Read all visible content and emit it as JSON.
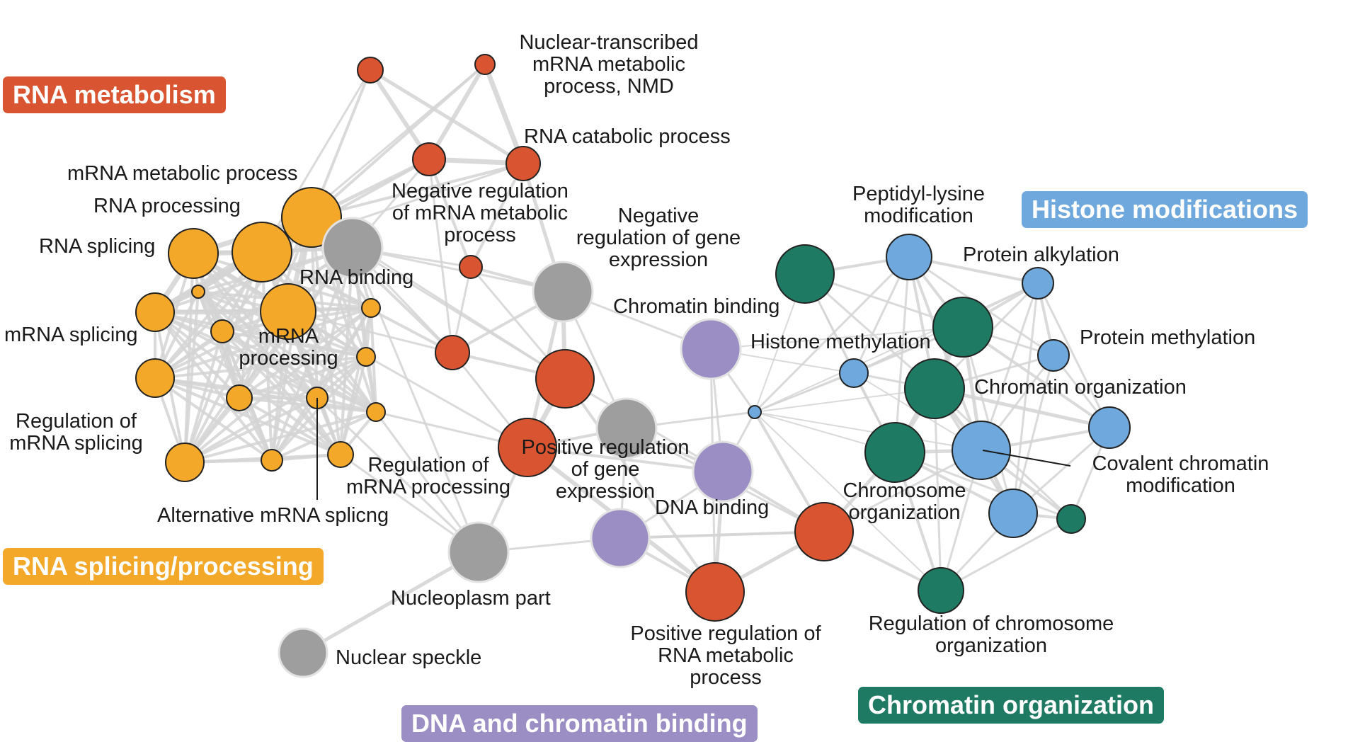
{
  "colors": {
    "rna_metabolism": "#d95531",
    "rna_splicing": "#f3a82a",
    "histone": "#6fa8dc",
    "chromatin": "#1f7a63",
    "dna_binding": "#9b8ec4",
    "other": "#9e9e9e",
    "edge": "#d4d4d4"
  },
  "legend": {
    "rna_metabolism": "RNA metabolism",
    "rna_splicing": "RNA splicing/processing",
    "histone": "Histone modifications",
    "chromatin": "Chromatin organization",
    "dna_binding": "DNA and chromatin binding"
  },
  "labels": {
    "nmd": [
      "Nuclear-transcribed",
      "mRNA metabolic",
      "process, NMD"
    ],
    "rna_catabolic": [
      "RNA catabolic process"
    ],
    "mrna_metabolic": [
      "mRNA metabolic process"
    ],
    "neg_reg_mrna": [
      "Negative regulation",
      "of mRNA metabolic",
      "process"
    ],
    "neg_reg_gene": [
      "Negative",
      "regulation of gene",
      "expression"
    ],
    "rna_processing": [
      "RNA processing"
    ],
    "rna_splicing": [
      "RNA splicing"
    ],
    "rna_binding": [
      "RNA binding"
    ],
    "mrna_splicing": [
      "mRNA splicing"
    ],
    "mrna_processing": [
      "mRNA",
      "processing"
    ],
    "reg_mrna_splicing": [
      "Regulation of",
      "mRNA splicing"
    ],
    "reg_mrna_processing": [
      "Regulation of",
      "mRNA processing"
    ],
    "alt_splicing": [
      "Alternative mRNA splicng"
    ],
    "pos_reg_gene": [
      "Positive regulation",
      "of gene",
      "expression"
    ],
    "dna_binding": [
      "DNA binding"
    ],
    "chromatin_binding": [
      "Chromatin binding"
    ],
    "histone_methylation": [
      "Histone methylation"
    ],
    "peptidyl_lysine": [
      "Peptidyl-lysine",
      "modification"
    ],
    "protein_alkylation": [
      "Protein alkylation"
    ],
    "protein_methylation": [
      "Protein methylation"
    ],
    "chromatin_org": [
      "Chromatin organization"
    ],
    "covalent": [
      "Covalent chromatin",
      "modification"
    ],
    "chromosome_org": [
      "Chromosome",
      "organization"
    ],
    "reg_chromosome_org": [
      "Regulation of chromosome",
      "organization"
    ],
    "pos_reg_rna_metab": [
      "Positive regulation of",
      "RNA metabolic",
      "process"
    ],
    "nucleoplasm": [
      "Nucleoplasm part"
    ],
    "nuclear_speckle": [
      "Nuclear speckle"
    ]
  },
  "nodes": [
    {
      "id": "nmd1",
      "group": "rna_metabolism"
    },
    {
      "id": "nmd2",
      "group": "rna_metabolism"
    },
    {
      "id": "catab1",
      "group": "rna_metabolism"
    },
    {
      "id": "catab2",
      "group": "rna_metabolism"
    },
    {
      "id": "negmrna",
      "group": "rna_metabolism"
    },
    {
      "id": "rmsmall",
      "group": "rna_metabolism"
    },
    {
      "id": "posreg_center",
      "group": "rna_metabolism"
    },
    {
      "id": "posreg_gene",
      "group": "rna_metabolism"
    },
    {
      "id": "posreg_right",
      "group": "rna_metabolism"
    },
    {
      "id": "posreg_rna",
      "group": "rna_metabolism"
    },
    {
      "id": "mrnametab",
      "group": "rna_splicing"
    },
    {
      "id": "rnaproc",
      "group": "rna_splicing"
    },
    {
      "id": "rnasplice",
      "group": "rna_splicing"
    },
    {
      "id": "mrnaproc",
      "group": "rna_splicing"
    },
    {
      "id": "mrnasplice",
      "group": "rna_splicing"
    },
    {
      "id": "os6",
      "group": "rna_splicing"
    },
    {
      "id": "os7",
      "group": "rna_splicing"
    },
    {
      "id": "os8",
      "group": "rna_splicing"
    },
    {
      "id": "os9",
      "group": "rna_splicing"
    },
    {
      "id": "os10",
      "group": "rna_splicing"
    },
    {
      "id": "os11",
      "group": "rna_splicing"
    },
    {
      "id": "os12",
      "group": "rna_splicing"
    },
    {
      "id": "os13",
      "group": "rna_splicing"
    },
    {
      "id": "os14",
      "group": "rna_splicing"
    },
    {
      "id": "os15",
      "group": "rna_splicing"
    },
    {
      "id": "os16",
      "group": "rna_splicing"
    },
    {
      "id": "rnabinding",
      "group": "other"
    },
    {
      "id": "neggene",
      "group": "other"
    },
    {
      "id": "centergray",
      "group": "other"
    },
    {
      "id": "nucleoplasm",
      "group": "other"
    },
    {
      "id": "speckle",
      "group": "other"
    },
    {
      "id": "chrombind",
      "group": "dna_binding"
    },
    {
      "id": "dnabind",
      "group": "dna_binding"
    },
    {
      "id": "dnabind2",
      "group": "dna_binding"
    },
    {
      "id": "hub",
      "group": "histone"
    },
    {
      "id": "peptidyl",
      "group": "histone"
    },
    {
      "id": "alkyl",
      "group": "histone"
    },
    {
      "id": "methyl",
      "group": "histone"
    },
    {
      "id": "histmeth",
      "group": "histone"
    },
    {
      "id": "chromright",
      "group": "histone"
    },
    {
      "id": "covalent",
      "group": "histone"
    },
    {
      "id": "bluebottom",
      "group": "histone"
    },
    {
      "id": "ch1",
      "group": "chromatin"
    },
    {
      "id": "ch2",
      "group": "chromatin"
    },
    {
      "id": "chromorg",
      "group": "chromatin"
    },
    {
      "id": "chromosome",
      "group": "chromatin"
    },
    {
      "id": "smallgreen",
      "group": "chromatin"
    },
    {
      "id": "regchrom",
      "group": "chromatin"
    }
  ]
}
